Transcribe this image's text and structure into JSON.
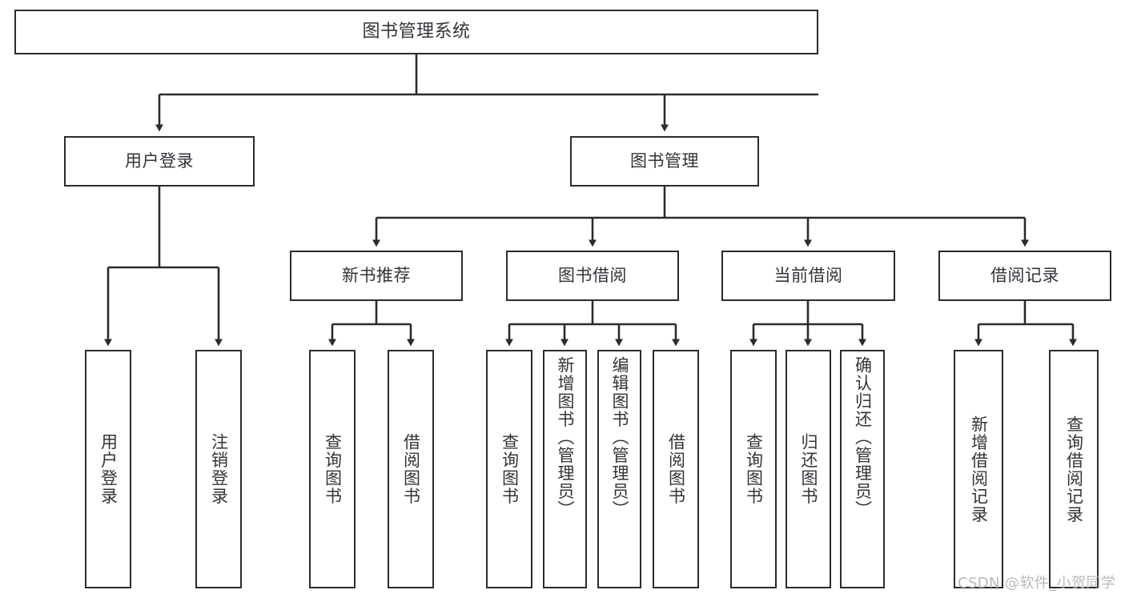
{
  "diagram": {
    "type": "tree-flowchart",
    "root": {
      "id": "root",
      "label": "图书管理系统"
    },
    "level2": [
      {
        "id": "user-login",
        "label": "用户登录"
      },
      {
        "id": "book-manage",
        "label": "图书管理"
      }
    ],
    "level3": [
      {
        "id": "new-book-rec",
        "label": "新书推荐",
        "parent": "book-manage"
      },
      {
        "id": "book-borrow",
        "label": "图书借阅",
        "parent": "book-manage"
      },
      {
        "id": "current-borrow",
        "label": "当前借阅",
        "parent": "book-manage"
      },
      {
        "id": "borrow-record",
        "label": "借阅记录",
        "parent": "book-manage"
      }
    ],
    "leaves": [
      {
        "id": "leaf-user-login",
        "label": "用户登录",
        "parent": "user-login"
      },
      {
        "id": "leaf-logout-login",
        "label": "注销登录",
        "parent": "user-login"
      },
      {
        "id": "leaf-query-book-1",
        "label": "查询图书",
        "parent": "new-book-rec"
      },
      {
        "id": "leaf-borrow-book-1",
        "label": "借阅图书",
        "parent": "new-book-rec"
      },
      {
        "id": "leaf-query-book-2",
        "label": "查询图书",
        "parent": "book-borrow"
      },
      {
        "id": "leaf-add-book",
        "label": "新增图书（管理员）",
        "parent": "book-borrow"
      },
      {
        "id": "leaf-edit-book",
        "label": "编辑图书（管理员）",
        "parent": "book-borrow"
      },
      {
        "id": "leaf-borrow-book-2",
        "label": "借阅图书",
        "parent": "book-borrow"
      },
      {
        "id": "leaf-query-book-3",
        "label": "查询图书",
        "parent": "current-borrow"
      },
      {
        "id": "leaf-return-book",
        "label": "归还图书",
        "parent": "current-borrow"
      },
      {
        "id": "leaf-confirm-return",
        "label": "确认归还（管理员）",
        "parent": "current-borrow"
      },
      {
        "id": "leaf-add-record",
        "label": "新增借阅记录",
        "parent": "borrow-record"
      },
      {
        "id": "leaf-query-record",
        "label": "查询借阅记录",
        "parent": "borrow-record"
      }
    ],
    "colors": {
      "stroke": "#2b2b2b",
      "fill": "#ffffff",
      "text": "#33333a",
      "watermark": "#b9b9bd"
    }
  },
  "watermark": {
    "text": "CSDN @软件_小贺同学"
  }
}
